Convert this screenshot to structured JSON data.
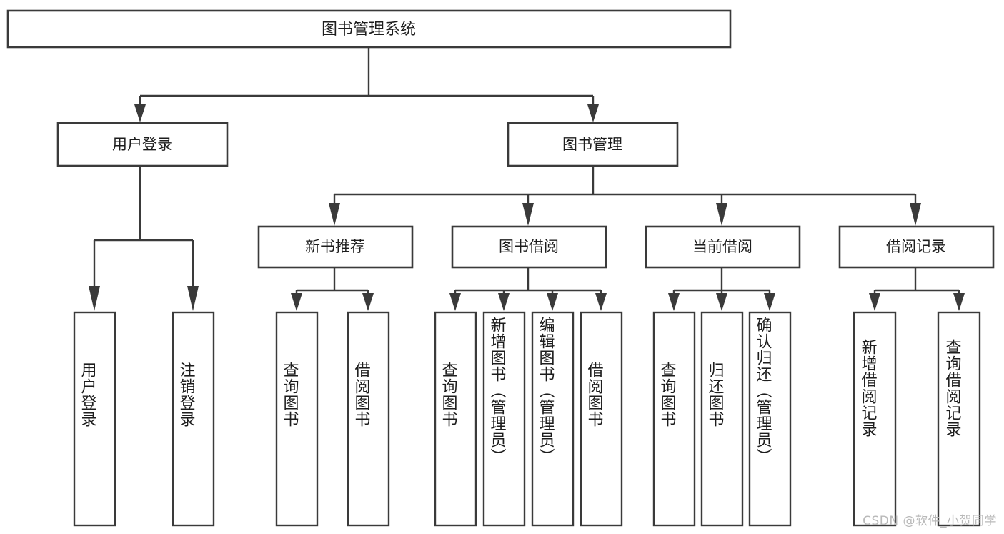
{
  "diagram": {
    "type": "tree",
    "title": "图书管理系统",
    "orientation": "top-down",
    "watermark": "CSDN @软件_小贺同学",
    "colors": {
      "box_stroke": "#3a3a3a",
      "box_fill": "#ffffff",
      "text": "#1d1d1d",
      "background": "#ffffff",
      "watermark": "#b9b9b9"
    },
    "root": {
      "label": "图书管理系统"
    },
    "level1": [
      {
        "label": "用户登录"
      },
      {
        "label": "图书管理"
      }
    ],
    "level2": [
      {
        "label": "新书推荐"
      },
      {
        "label": "图书借阅"
      },
      {
        "label": "当前借阅"
      },
      {
        "label": "借阅记录"
      }
    ],
    "leaves": {
      "user_login": [
        {
          "label": "用户登录"
        },
        {
          "label": "注销登录"
        }
      ],
      "new_book_recommend": [
        {
          "label": "查询图书"
        },
        {
          "label": "借阅图书"
        }
      ],
      "book_borrow": [
        {
          "label": "查询图书"
        },
        {
          "label": "新增图书（管理员）"
        },
        {
          "label": "编辑图书（管理员）"
        },
        {
          "label": "借阅图书"
        }
      ],
      "current_borrow": [
        {
          "label": "查询图书"
        },
        {
          "label": "归还图书"
        },
        {
          "label": "确认归还（管理员）"
        }
      ],
      "borrow_record": [
        {
          "label": "新增借阅记录"
        },
        {
          "label": "查询借阅记录"
        }
      ]
    }
  }
}
